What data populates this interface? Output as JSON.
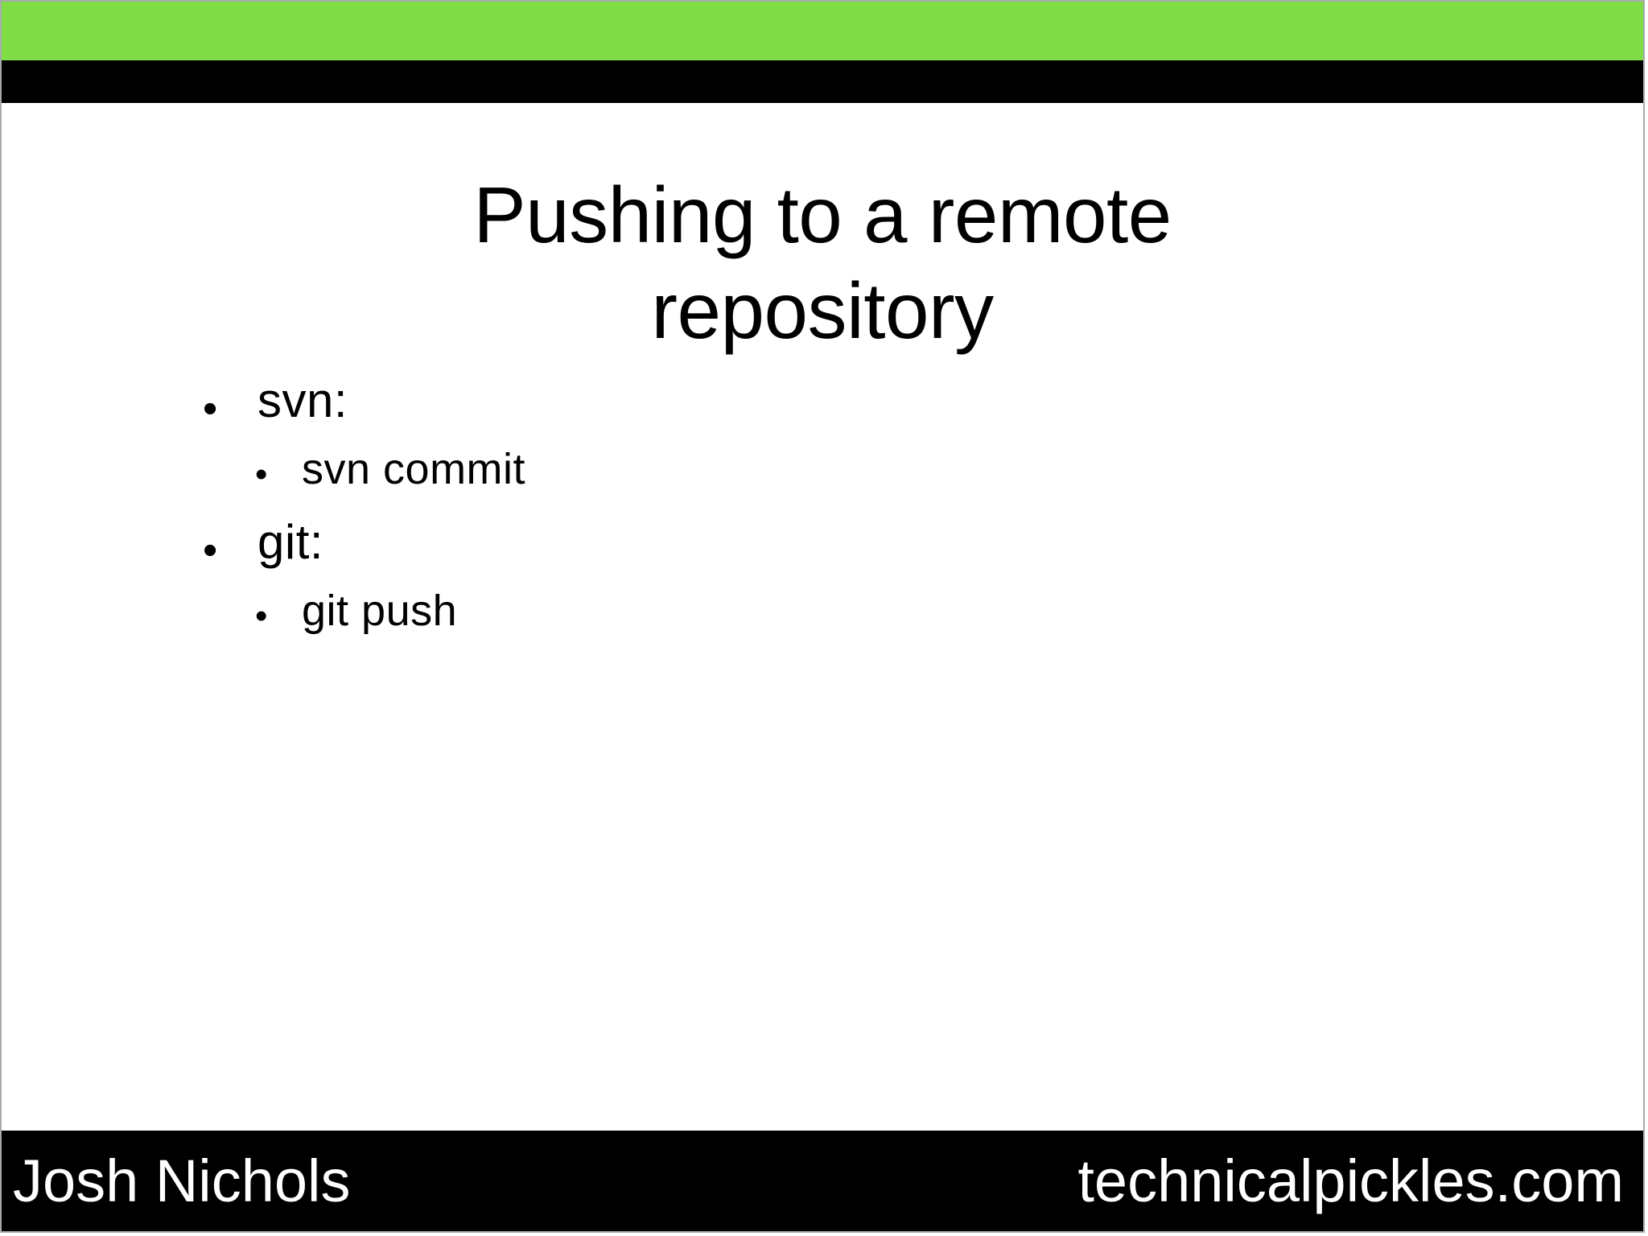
{
  "slide": {
    "title": "Pushing to a remote\nrepository",
    "theme": {
      "accent_green": "#80dc44",
      "bar_black": "#000000",
      "background": "#ffffff",
      "text": "#000000",
      "footer_text": "#ffffff",
      "border": "#a8aaad"
    },
    "bullets": [
      {
        "level": 1,
        "marker": "bullet-dot-icon",
        "glyph": "•",
        "text": "svn:"
      },
      {
        "level": 2,
        "marker": "bullet-dot-icon",
        "glyph": "•",
        "text": "svn commit"
      },
      {
        "level": 1,
        "marker": "bullet-dot-icon",
        "glyph": "•",
        "text": "git:"
      },
      {
        "level": 2,
        "marker": "bullet-dot-icon",
        "glyph": "•",
        "text": "git push"
      }
    ],
    "footer": {
      "left": "Josh Nichols",
      "right": "technicalpickles.com"
    }
  }
}
